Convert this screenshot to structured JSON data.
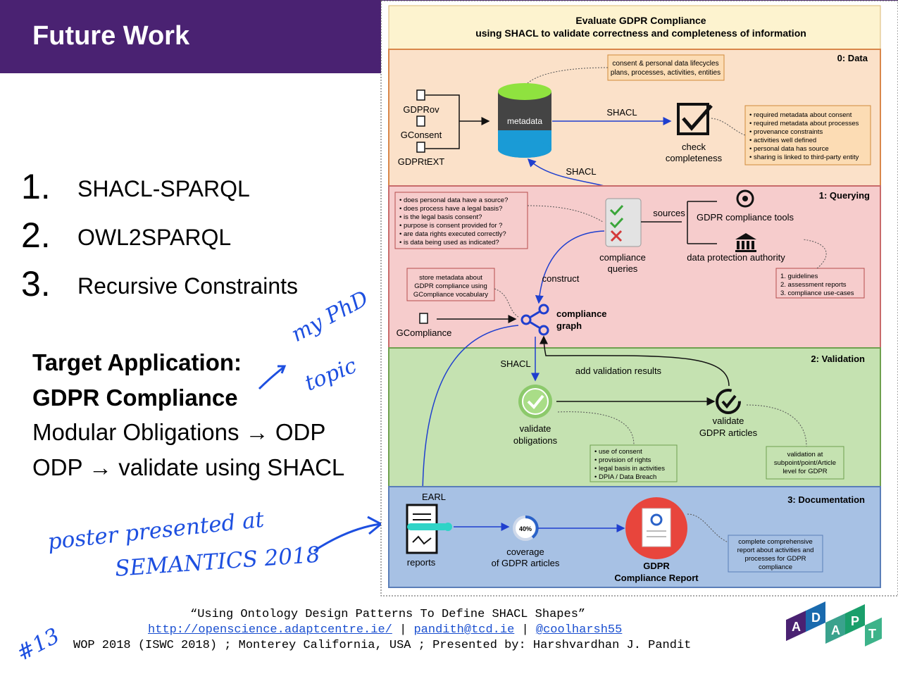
{
  "slide": {
    "title": "Future Work",
    "list": [
      {
        "num": "1.",
        "text": "SHACL-SPARQL"
      },
      {
        "num": "2.",
        "text": "OWL2SPARQL"
      },
      {
        "num": "3.",
        "text": "Recursive Constraints"
      }
    ],
    "target": {
      "line1": "Target Application:",
      "line2": "GDPR Compliance",
      "line3": "Modular Obligations → ODP",
      "line4": "ODP → validate using SHACL"
    }
  },
  "annotations": {
    "my_phd_1": "my PhD",
    "my_phd_2": "topic",
    "poster_1": "poster presented at",
    "poster_2": "SEMANTICS 2018",
    "slide_no": "#13"
  },
  "footer": {
    "title": "“Using Ontology Design Patterns To Define SHACL Shapes”",
    "url": "http://openscience.adaptcentre.ie/",
    "sep": "|",
    "email": "pandith@tcd.ie",
    "twitter": "@coolharsh55",
    "line3": "WOP 2018 (ISWC 2018) ; Monterey California, USA ; Presented by: Harshvardhan J. Pandit"
  },
  "logo": {
    "letters": [
      "A",
      "D",
      "A",
      "P",
      "T"
    ]
  },
  "diagram": {
    "title1": "Evaluate GDPR Compliance",
    "title2": "using SHACL to validate correctness and completeness of information",
    "sections": {
      "data": "0: Data",
      "querying": "1: Querying",
      "validation": "2: Validation",
      "documentation": "3: Documentation"
    },
    "data": {
      "note1": "consent & personal data lifecycles",
      "note2": "plans, processes, activities, entities",
      "files": [
        "GDPRov",
        "GConsent",
        "GDPRtEXT"
      ],
      "metadata": "metadata",
      "shacl1": "SHACL",
      "shacl2": "SHACL",
      "check1": "check",
      "check2": "completeness",
      "requirements": [
        "• required metadata about consent",
        "• required metadata about processes",
        "• provenance constraints",
        "• activities well defined",
        "• personal data has source",
        "• sharing is linked to third-party entity"
      ]
    },
    "querying": {
      "questions": [
        "• does personal data have a source?",
        "• does process have a legal basis?",
        "• is the legal basis consent?",
        "• purpose is consent provided for ?",
        "• are data rights executed correctly?",
        "• is data being used as indicated?"
      ],
      "cq1": "compliance",
      "cq2": "queries",
      "sources": "sources",
      "tools": "GDPR compliance tools",
      "dpa": "data protection authority",
      "guidelines": [
        "1. guidelines",
        "2. assessment reports",
        "3. compliance use-cases"
      ],
      "store": [
        "store metadata about",
        "GDPR compliance using",
        "GCompliance vocabulary"
      ],
      "construct": "construct",
      "gcompliance": "GCompliance",
      "cg1": "compliance",
      "cg2": "graph"
    },
    "validation": {
      "shacl": "SHACL",
      "add": "add validation results",
      "vo1": "validate",
      "vo2": "obligations",
      "vg1": "validate",
      "vg2": "GDPR articles",
      "list": [
        "• use of consent",
        "• provision of rights",
        "• legal basis in activities",
        "• DPIA / Data Breach"
      ],
      "level": [
        "validation at",
        "subpoint/point/Article",
        "level for GDPR"
      ]
    },
    "documentation": {
      "earl": "EARL",
      "reports": "reports",
      "pct": "40%",
      "cov1": "coverage",
      "cov2": "of GDPR articles",
      "rep1": "GDPR",
      "rep2": "Compliance Report",
      "note": [
        "complete comprehensive",
        "report about activities and",
        "processes for GDPR",
        "compliance"
      ]
    }
  }
}
